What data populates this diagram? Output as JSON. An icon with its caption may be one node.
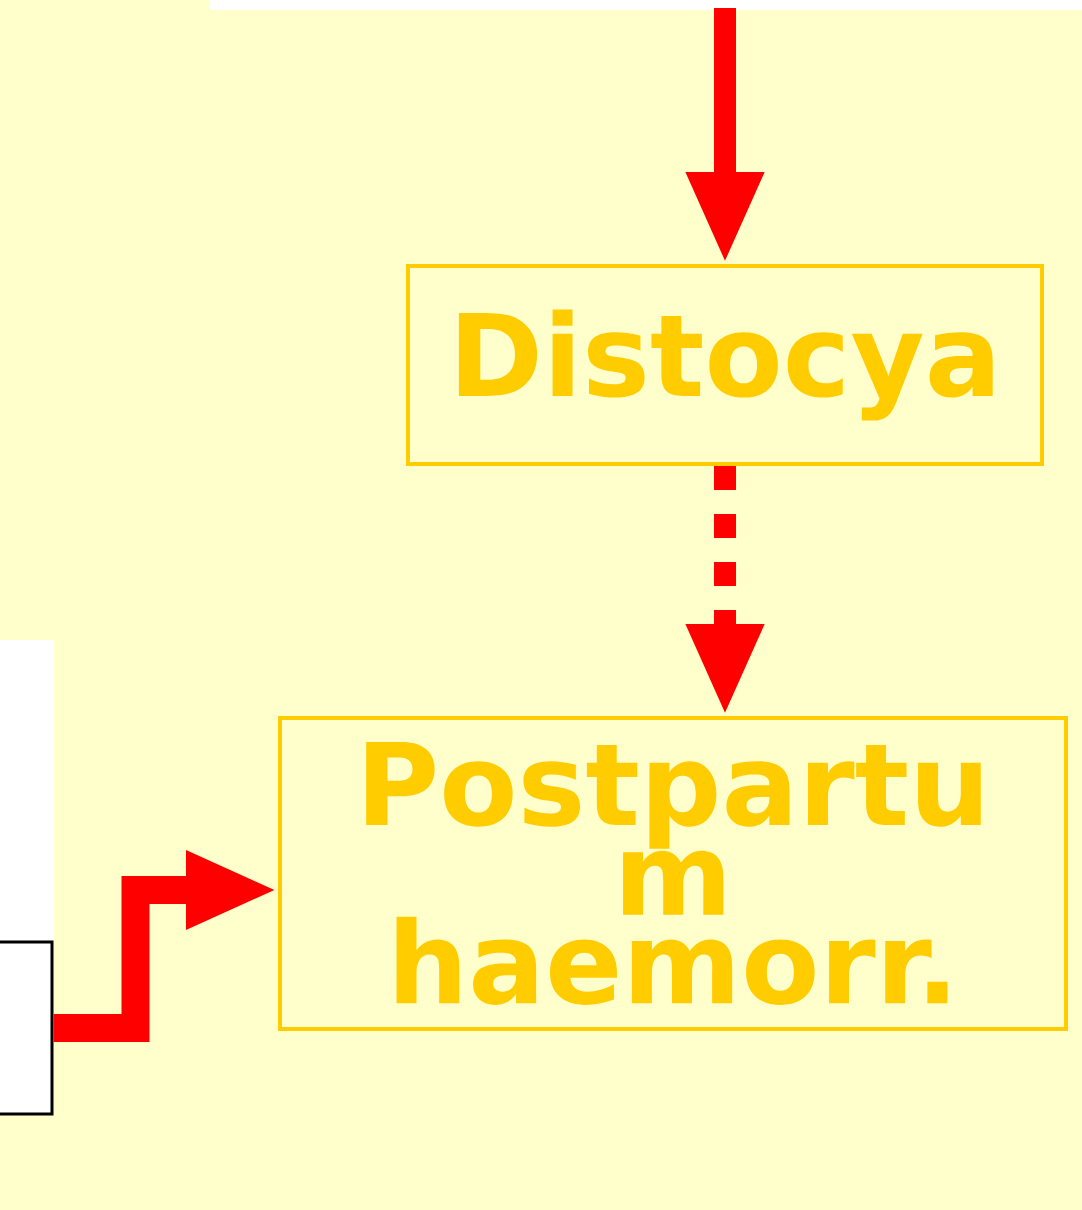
{
  "diagram": {
    "nodes": [
      {
        "text": [
          "Distocya"
        ]
      },
      {
        "text": [
          "Postpartu m haemorr."
        ]
      },
      {
        "text": [],
        "shape": "box"
      }
    ],
    "edges": [
      {
        "from": null,
        "to": 0,
        "arrow": "to"
      },
      {
        "from": 0,
        "to": 1,
        "arrow": "to",
        "style": "dashed"
      },
      {
        "from": 2,
        "to": 1,
        "arrow": "to"
      }
    ]
  }
}
